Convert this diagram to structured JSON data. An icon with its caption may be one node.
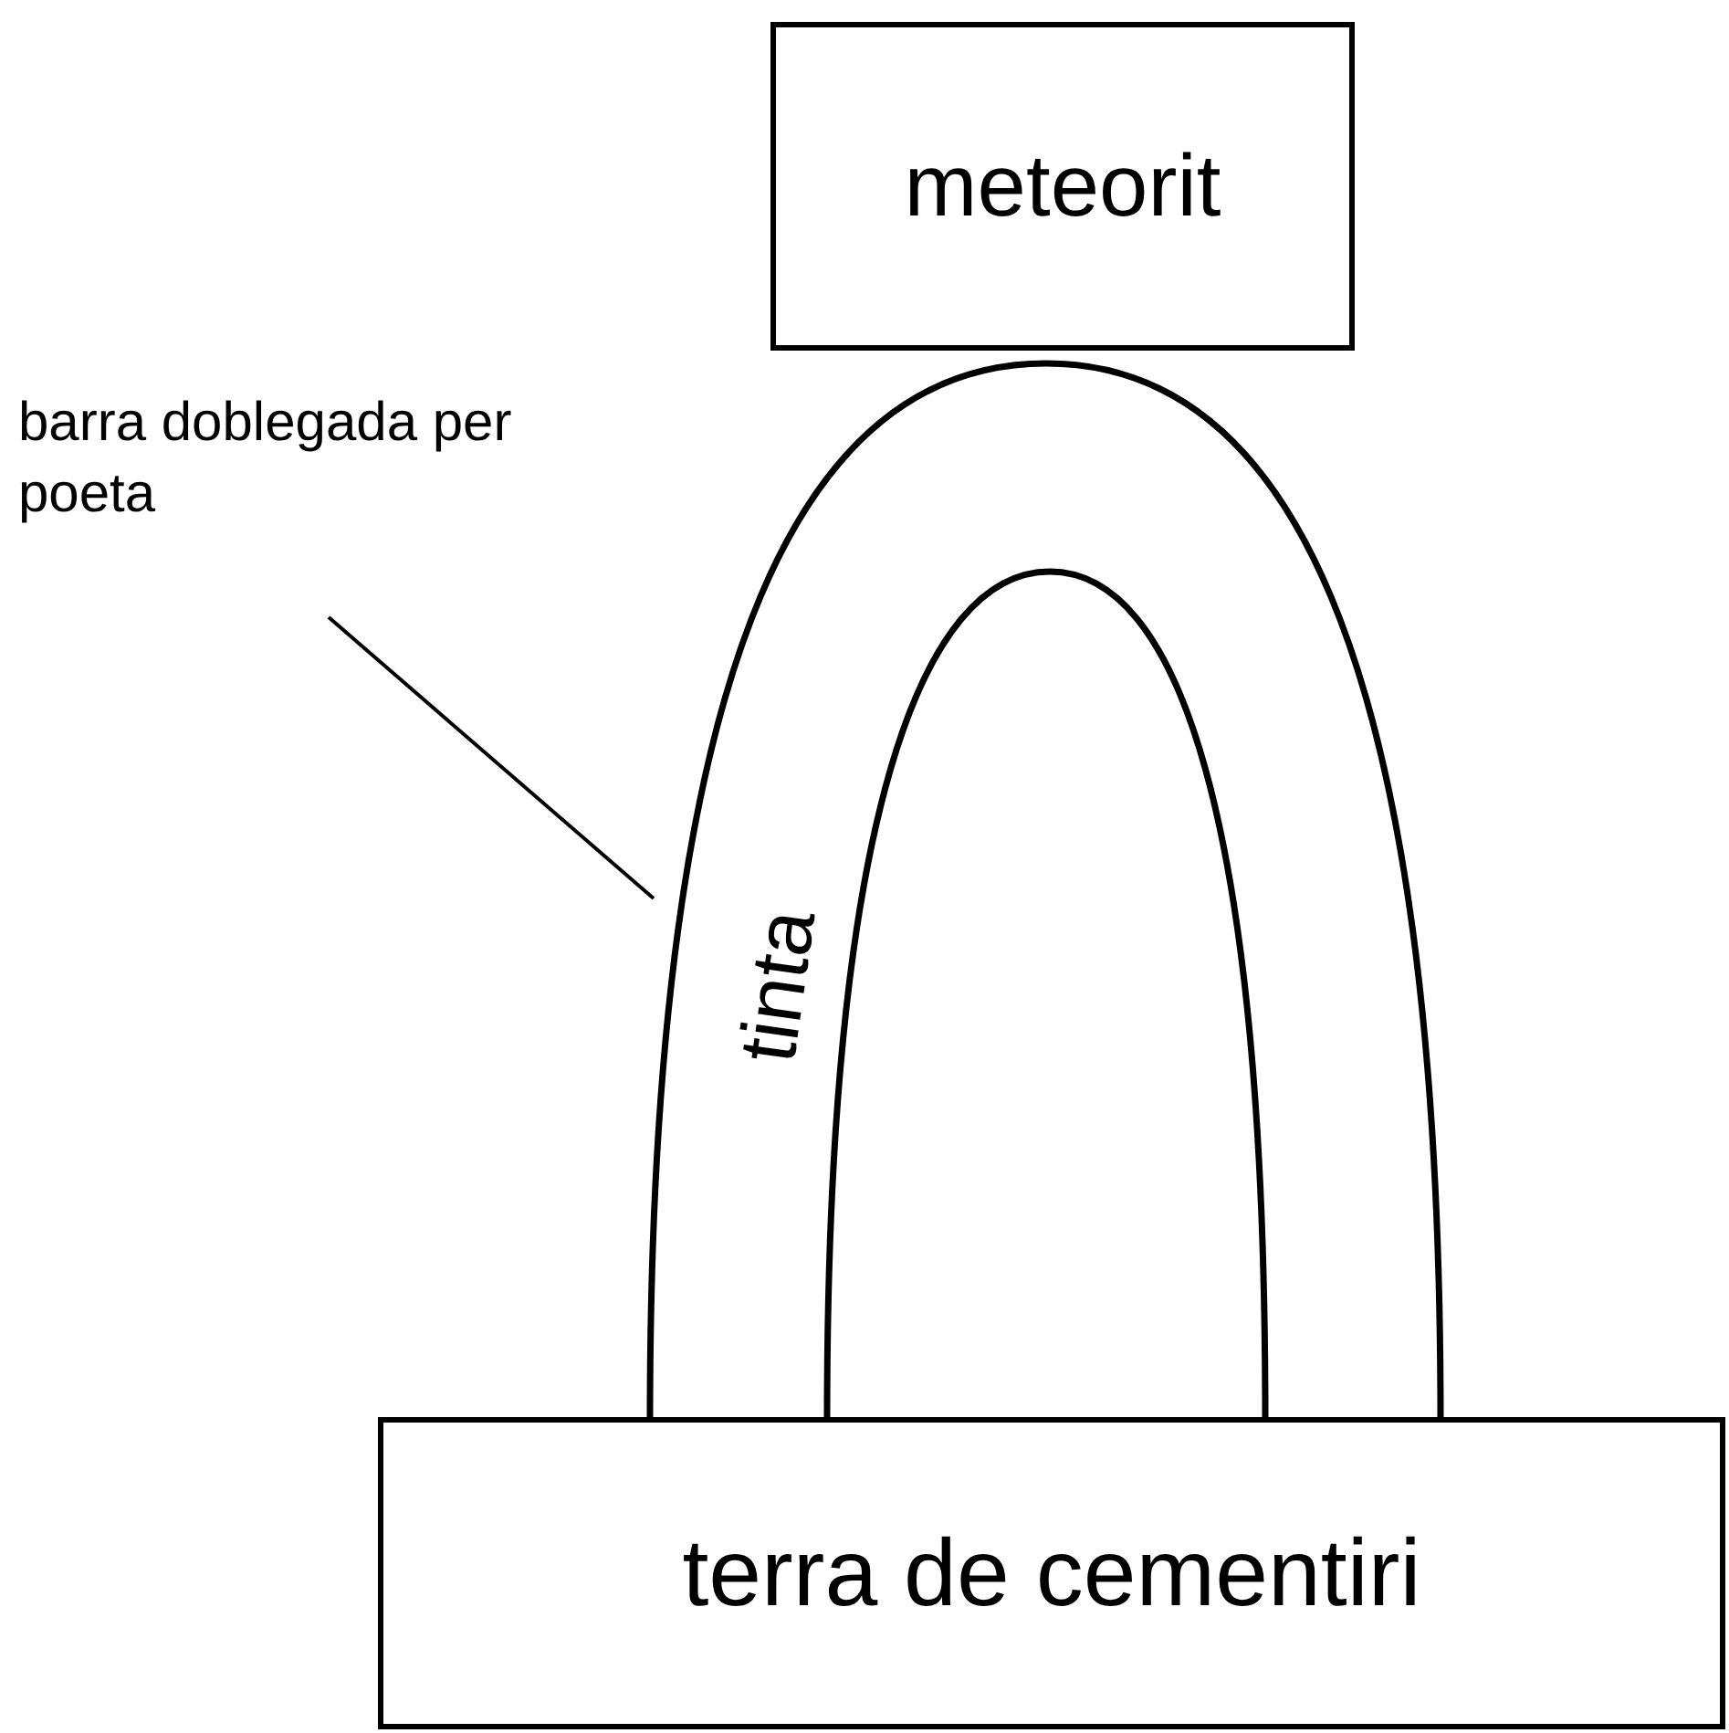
{
  "diagram": {
    "nodes": [
      {
        "text": [
          "meteorit"
        ]
      },
      {
        "text": [
          "tinta"
        ]
      },
      {
        "text": [
          "terra de cementiri"
        ]
      },
      {
        "text": [
          "barra doblegada per poeta"
        ]
      }
    ],
    "edges": [
      {
        "from": 3,
        "to": 1,
        "arrow": "none"
      }
    ]
  }
}
